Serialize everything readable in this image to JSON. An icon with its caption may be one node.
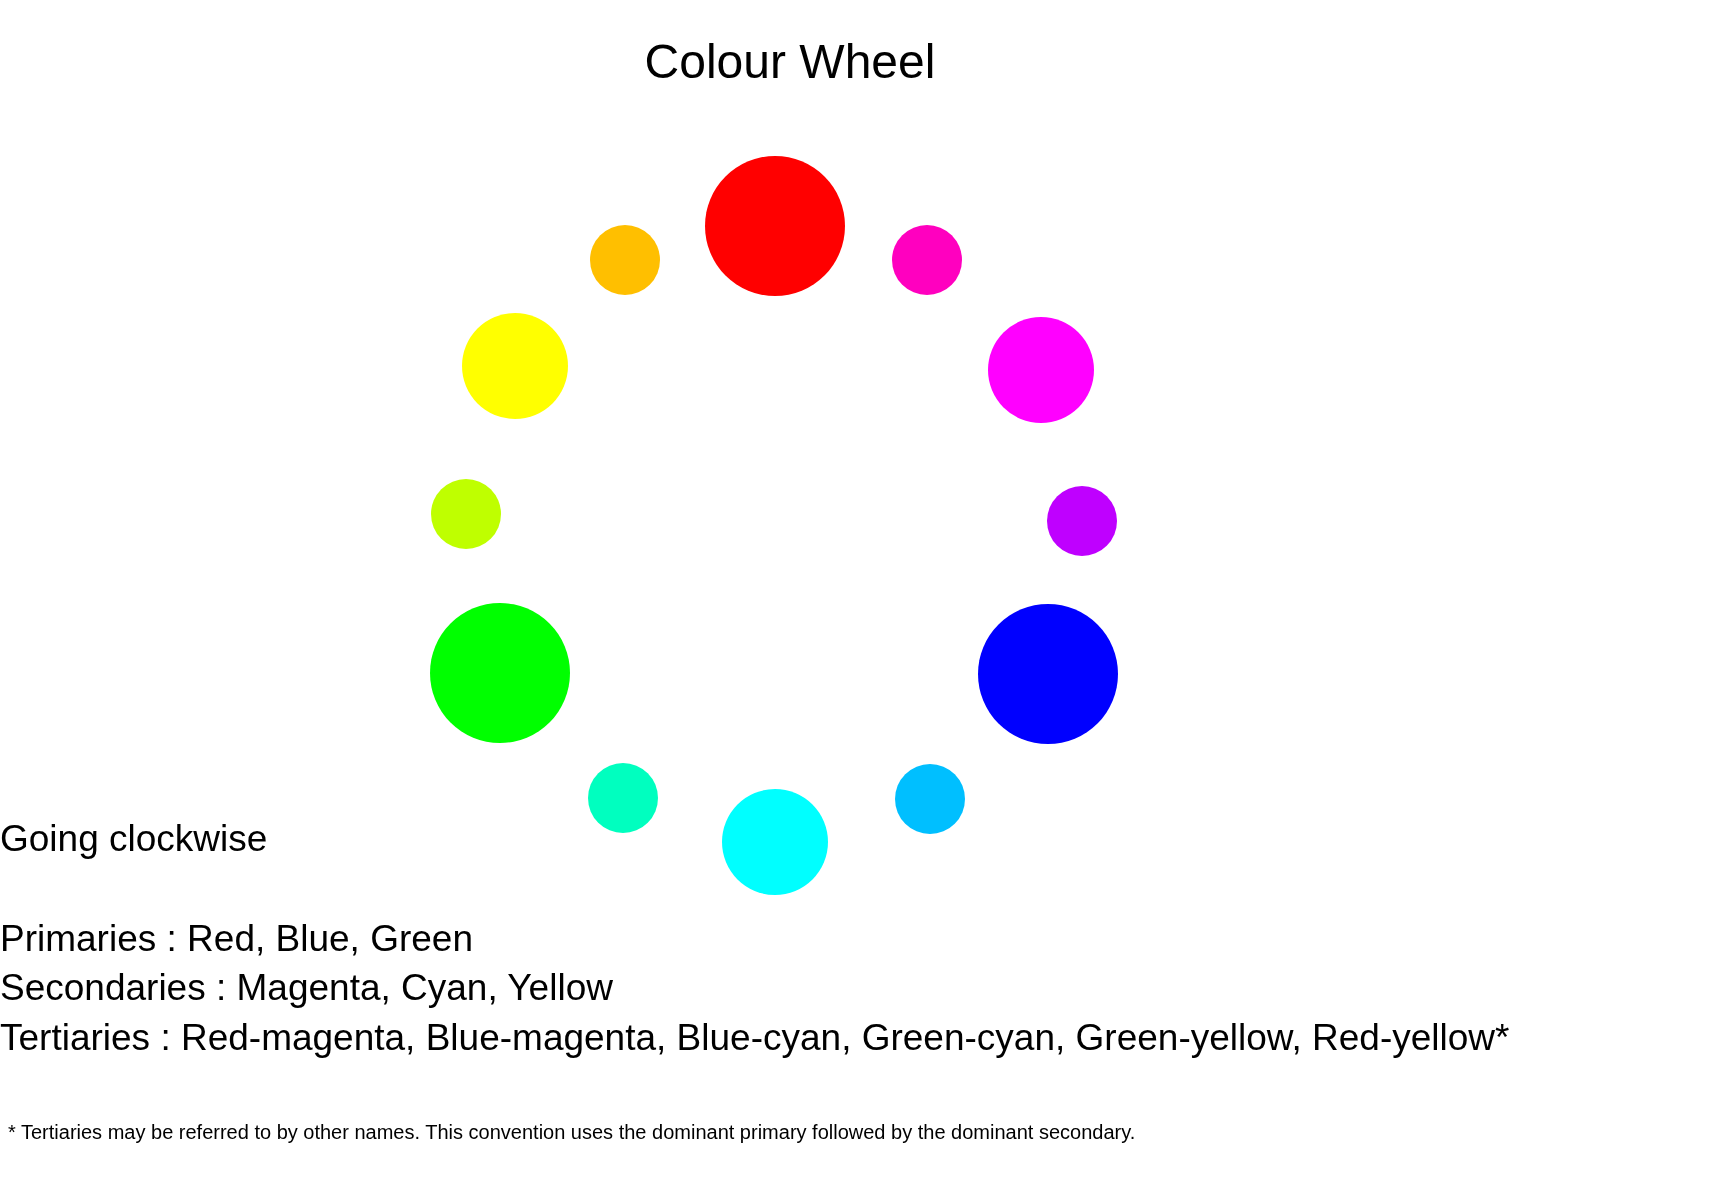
{
  "diagram": {
    "title": "Colour Wheel",
    "nodes": [
      {
        "text": [],
        "shape": "circle"
      },
      {
        "text": [],
        "shape": "circle"
      },
      {
        "text": [],
        "shape": "circle"
      },
      {
        "text": [],
        "shape": "circle"
      },
      {
        "text": [],
        "shape": "circle"
      },
      {
        "text": [],
        "shape": "circle"
      },
      {
        "text": [],
        "shape": "circle"
      },
      {
        "text": [],
        "shape": "circle"
      },
      {
        "text": [],
        "shape": "circle"
      },
      {
        "text": [],
        "shape": "circle"
      },
      {
        "text": [],
        "shape": "circle"
      },
      {
        "text": [],
        "shape": "circle"
      }
    ],
    "labels": [
      "Going clockwise",
      "Primaries : Red, Blue, Green",
      "Secondaries : Magenta, Cyan, Yellow",
      "Tertiaries : Red-magenta, Blue-magenta, Blue-cyan, Green-cyan, Green-yellow, Red-yellow*",
      "* Tertiaries may be referred to by other names. This convention uses the dominant primary followed by the dominant secondary."
    ]
  }
}
